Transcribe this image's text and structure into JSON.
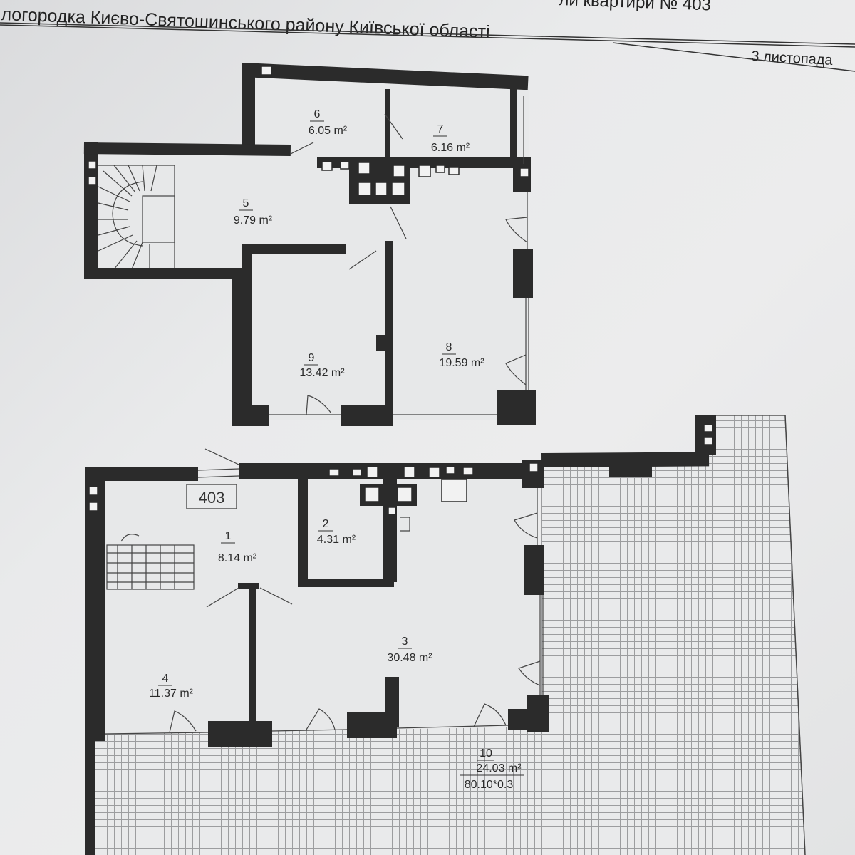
{
  "header": {
    "title_line1": "ли квартири № 403",
    "title_line2": "логородка Києво-Святошинського району Київської області",
    "date": "3 листопада"
  },
  "apartment_number": "403",
  "rooms": [
    {
      "num": "1",
      "area": "8.14 m²"
    },
    {
      "num": "2",
      "area": "4.31 m²"
    },
    {
      "num": "3",
      "area": "30.48 m²"
    },
    {
      "num": "4",
      "area": "11.37 m²"
    },
    {
      "num": "5",
      "area": "9.79 m²"
    },
    {
      "num": "6",
      "area": "6.05 m²"
    },
    {
      "num": "7",
      "area": "6.16 m²"
    },
    {
      "num": "8",
      "area": "19.59 m²"
    },
    {
      "num": "9",
      "area": "13.42 m²"
    },
    {
      "num": "10",
      "area": "24.03 m²",
      "note": "80.10*0.3"
    }
  ],
  "colors": {
    "wall": "#2b2b2b",
    "paper": "#e6e7e8",
    "line": "#555555"
  }
}
